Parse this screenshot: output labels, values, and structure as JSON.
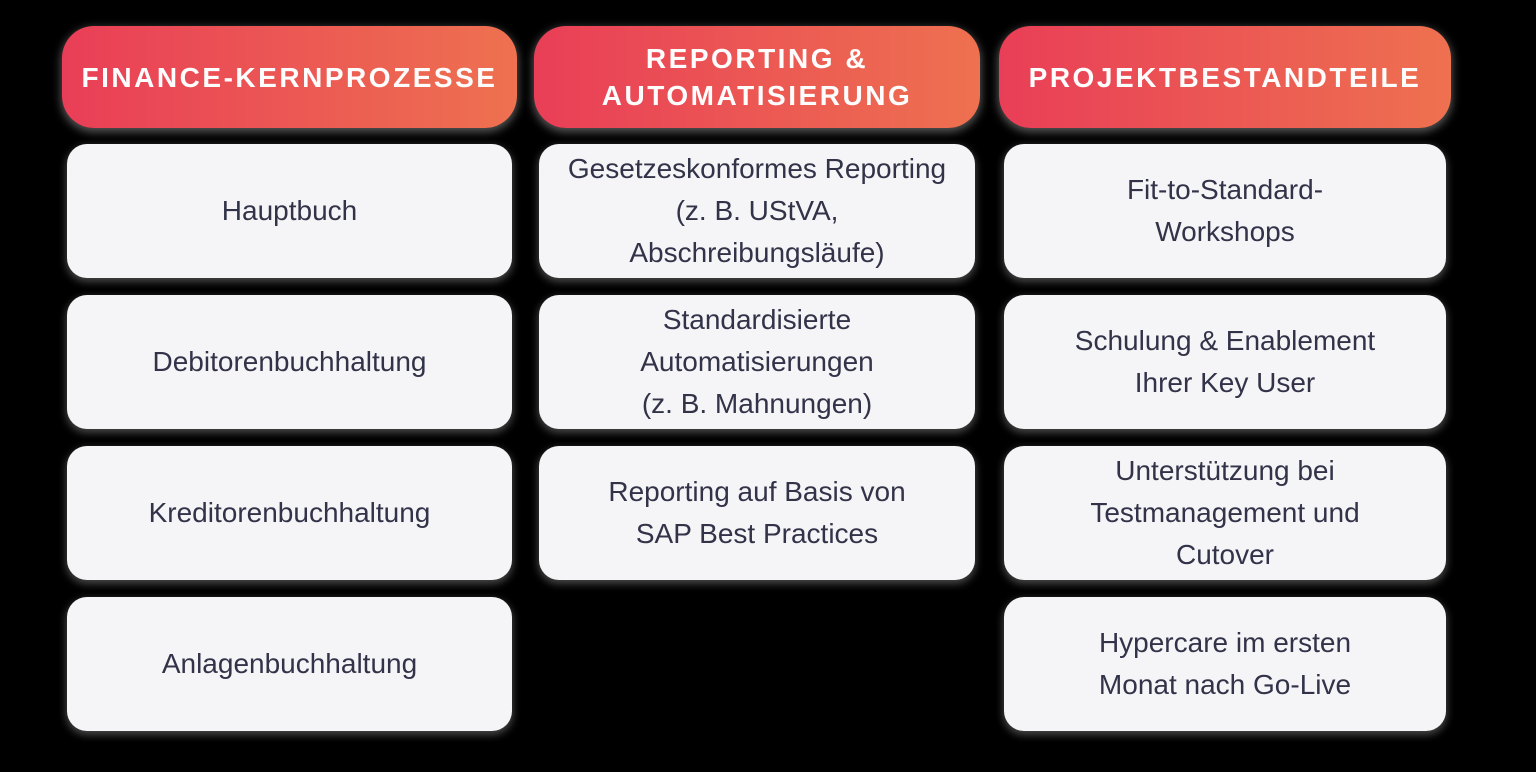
{
  "page": {
    "background_color": "#000000"
  },
  "theme": {
    "header_gradient_start": "#e93e57",
    "header_gradient_end": "#ee7150",
    "header_text_color": "#fdfdfd",
    "card_background": "#f5f4f6",
    "card_text_color": "#323349",
    "shadow_color": "#919191"
  },
  "columns": [
    {
      "header": "FINANCE-KERNPROZESSE",
      "cards": [
        "Hauptbuch",
        "Debitorenbuchhaltung",
        "Kreditorenbuchhaltung",
        "Anlagenbuchhaltung"
      ]
    },
    {
      "header": "REPORTING &\nAUTOMATISIERUNG",
      "cards": [
        "Gesetzeskonformes Reporting\n(z. B. UStVA,\nAbschreibungsläufe)",
        "Standardisierte\nAutomatisierungen\n(z. B. Mahnungen)",
        "Reporting auf Basis von\nSAP Best Practices"
      ]
    },
    {
      "header": "PROJEKTBESTANDTEILE",
      "cards": [
        "Fit-to-Standard-\nWorkshops",
        "Schulung & Enablement\nIhrer Key User",
        "Unterstützung bei\nTestmanagement und\nCutover",
        "Hypercare im ersten\nMonat nach Go-Live"
      ]
    }
  ]
}
